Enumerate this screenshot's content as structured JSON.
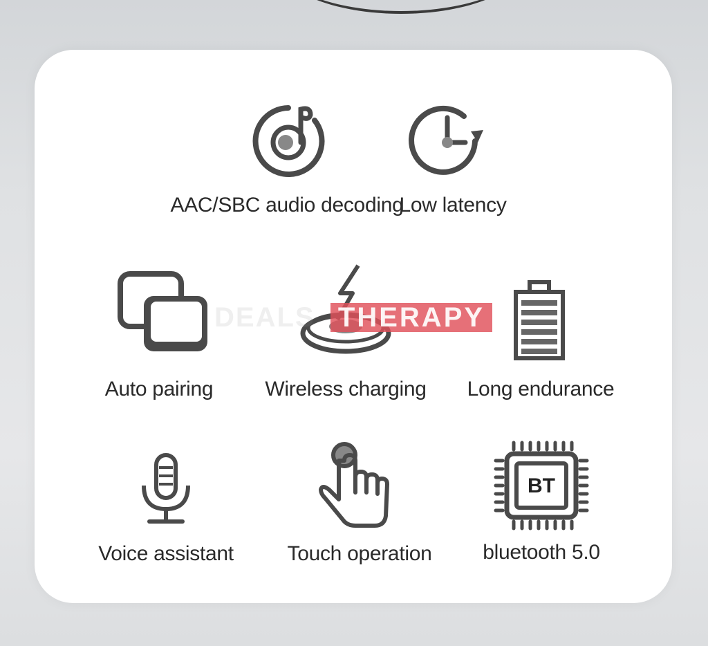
{
  "features": [
    {
      "label": "AAC/SBC audio decoding",
      "icon": "music-disc-icon"
    },
    {
      "label": "Low latency",
      "icon": "clock-refresh-icon"
    },
    {
      "label": "Auto pairing",
      "icon": "pairing-windows-icon"
    },
    {
      "label": "Wireless charging",
      "icon": "wireless-charging-pad-icon"
    },
    {
      "label": "Long endurance",
      "icon": "battery-icon"
    },
    {
      "label": "Voice assistant",
      "icon": "microphone-icon"
    },
    {
      "label": "Touch operation",
      "icon": "touch-hand-icon"
    },
    {
      "label": "bluetooth 5.0",
      "icon": "bt-chip-icon"
    }
  ],
  "chip_text": "BT",
  "watermark": {
    "left": "DEALS",
    "right": "THERAPY"
  },
  "colors": {
    "icon": "#4a4a4a",
    "accent": "#d94a55",
    "text": "#2a2a2a",
    "card": "#ffffff"
  }
}
